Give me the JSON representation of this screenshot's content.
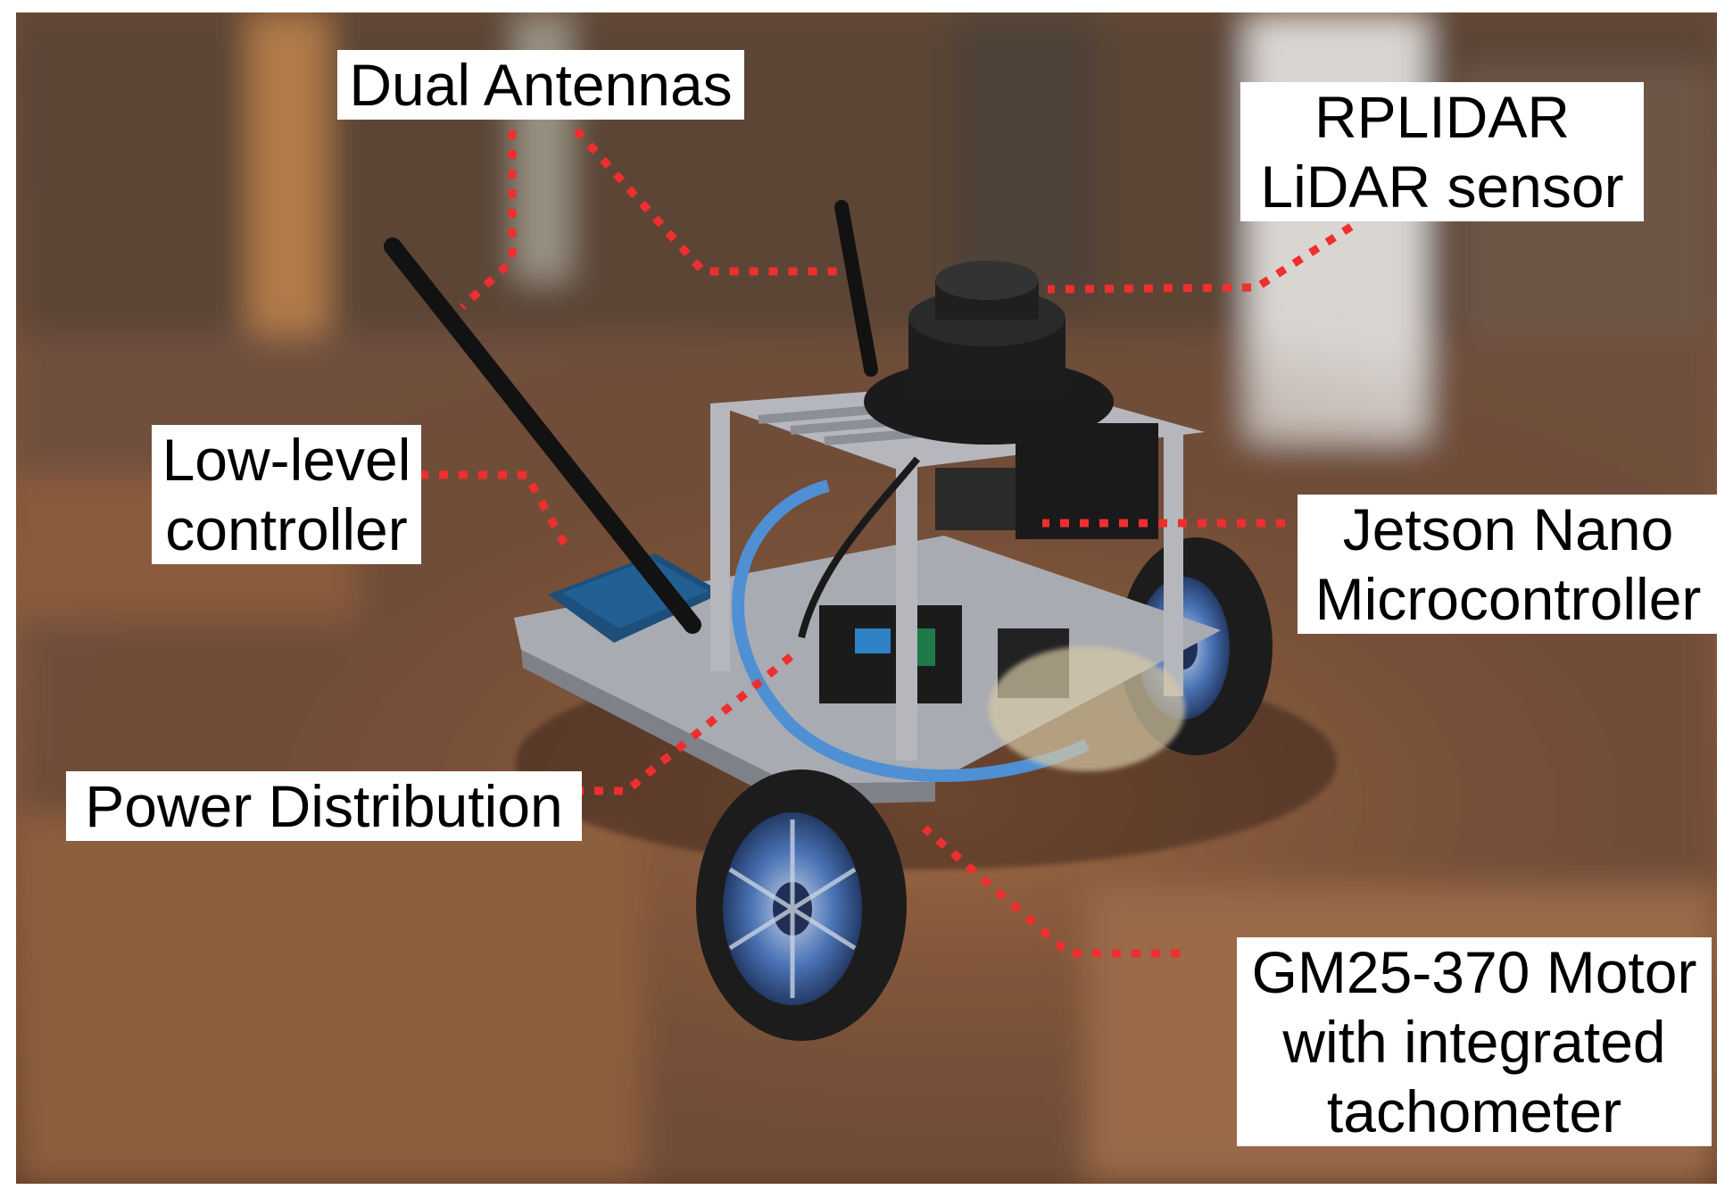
{
  "figure": {
    "colors": {
      "leader_line": "#ef2f2f",
      "label_background": "#ffffff",
      "label_text": "#000000",
      "chassis": "#a9abb2",
      "tire": "#1c1c1c",
      "rim": "#3f66a8",
      "antenna": "#121212",
      "lidar": "#1a1a1a",
      "floor": "#7a5238"
    },
    "callouts": {
      "dual_antennas": "Dual Antennas",
      "rplidar": "RPLIDAR\nLiDAR sensor",
      "low_level_controller": "Low-level\ncontroller",
      "jetson_nano": "Jetson Nano\nMicrocontroller",
      "power_distribution": "Power Distribution",
      "motor": "GM25-370 Motor\nwith integrated\ntachometer"
    }
  }
}
